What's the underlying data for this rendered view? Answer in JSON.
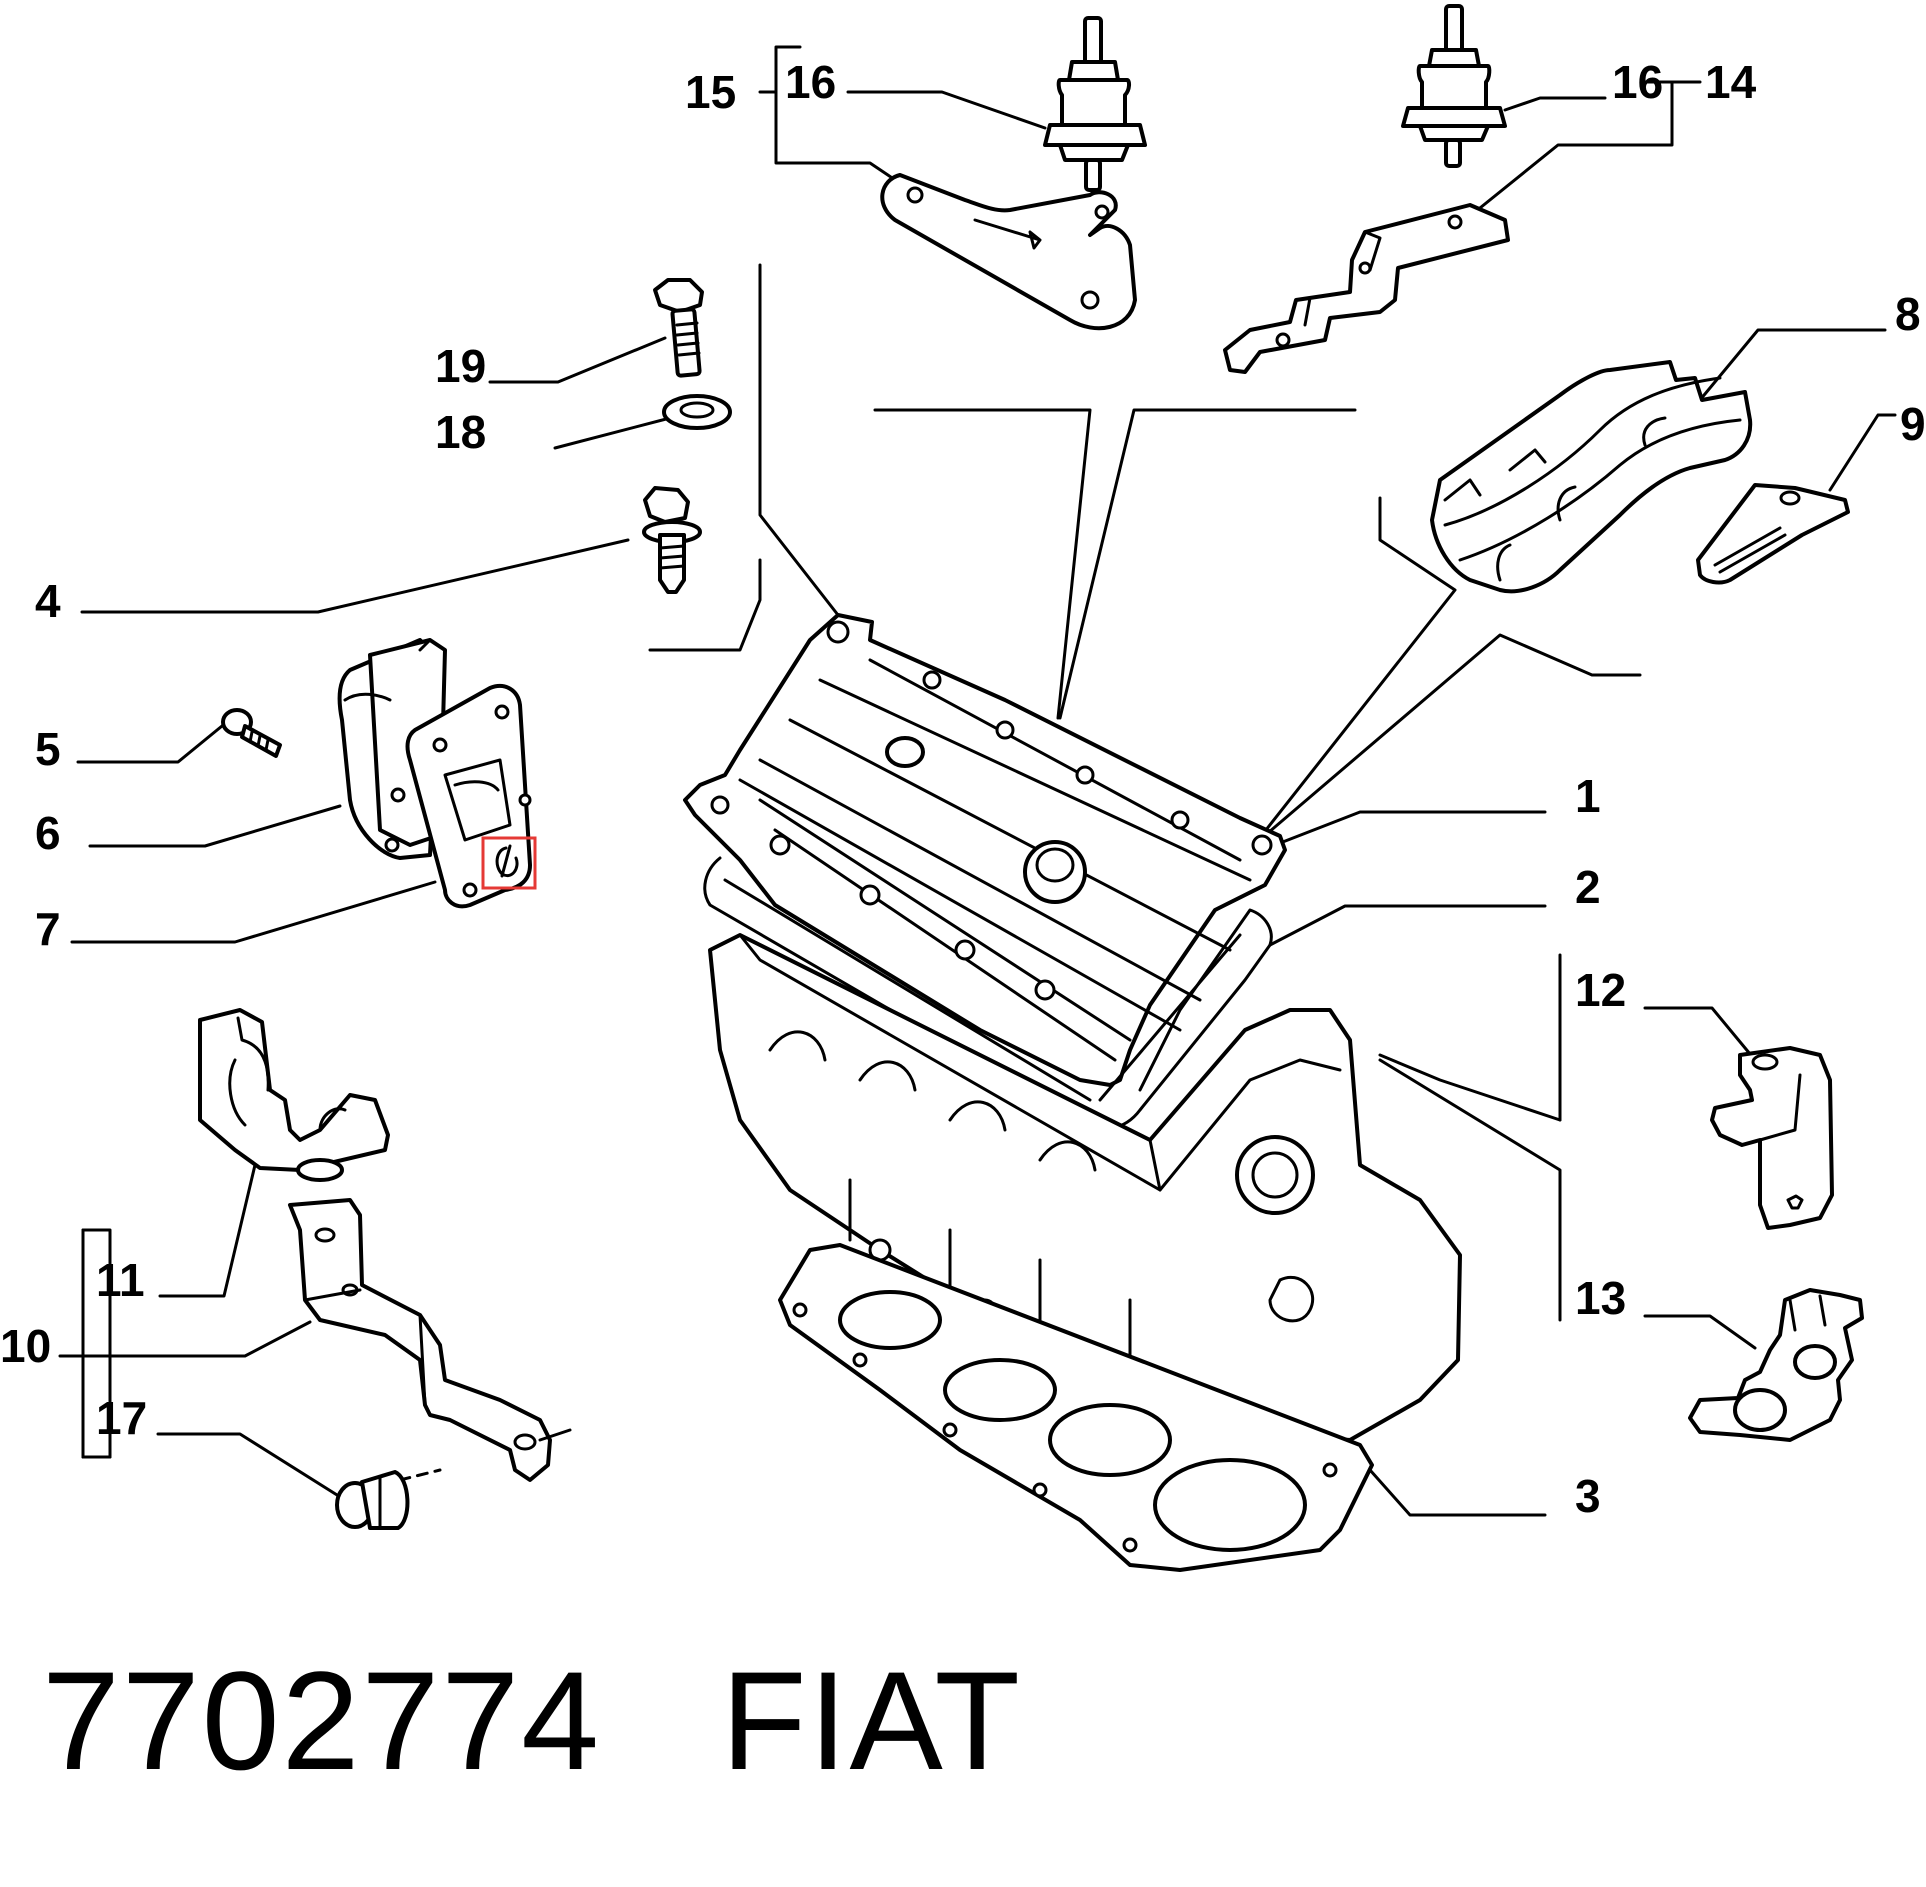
{
  "part_number": "7702774",
  "brand": "FIAT",
  "highlight_color": "#e53935",
  "callouts": {
    "c1": "1",
    "c2": "2",
    "c3": "3",
    "c4": "4",
    "c5": "5",
    "c6": "6",
    "c7": "7",
    "c8": "8",
    "c9": "9",
    "c10": "10",
    "c11": "11",
    "c12": "12",
    "c13": "13",
    "c14": "14",
    "c15": "15",
    "c16a": "16",
    "c16b": "16",
    "c17": "17",
    "c18": "18",
    "c19": "19"
  }
}
